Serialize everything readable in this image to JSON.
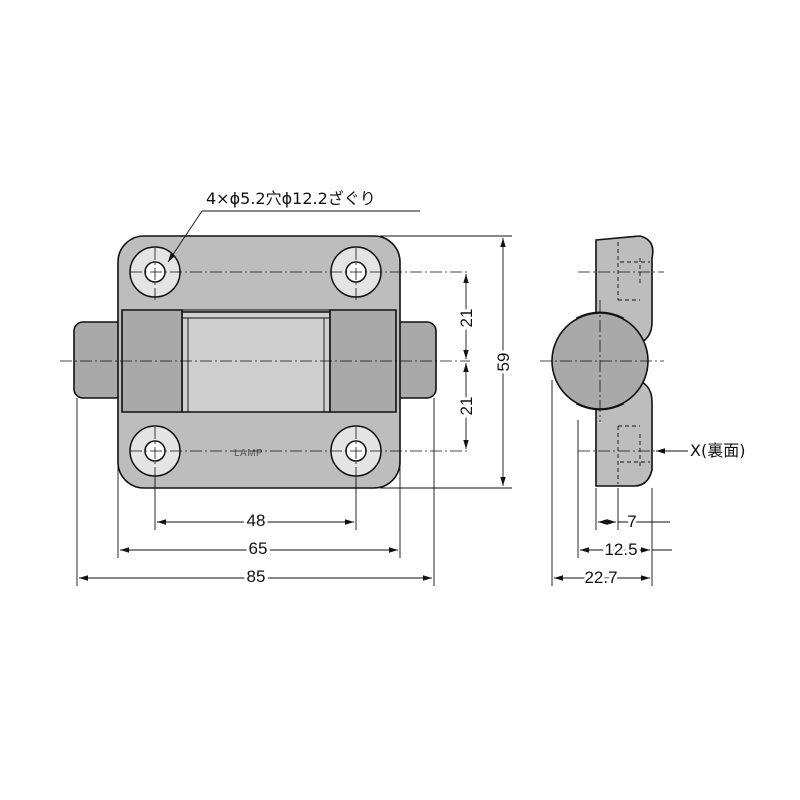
{
  "callout": {
    "hole_spec": "4×ϕ5.2穴ϕ12.2ざぐり",
    "face_note": "X(裏面)"
  },
  "dimensions": {
    "hole_pitch_horizontal": "48",
    "body_width": "65",
    "overall_width": "85",
    "upper_half_pitch": "21",
    "lower_half_pitch": "21",
    "body_height": "59",
    "side_x_offset": "7",
    "side_mid_depth": "12.5",
    "side_total_depth": "22.7"
  },
  "brand_mark": "LAMP"
}
